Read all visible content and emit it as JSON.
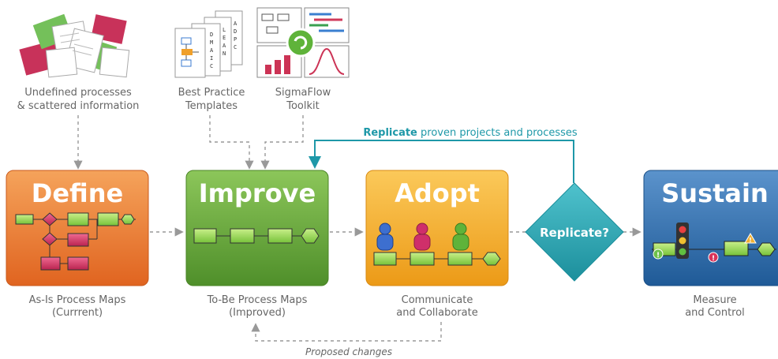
{
  "inputs": {
    "undefined_line1": "Undefined processes",
    "undefined_line2": "& scattered information",
    "templates_line1": "Best Practice",
    "templates_line2": "Templates",
    "toolkit_line1": "SigmaFlow",
    "toolkit_line2": "Toolkit"
  },
  "replicate_loop": {
    "bold": "Replicate",
    "rest": " proven projects and processes"
  },
  "template_doc_letters": {
    "dmaic": [
      "D",
      "M",
      "A",
      "I",
      "C"
    ],
    "lean": [
      "L",
      "E",
      "A",
      "N"
    ],
    "adpc": [
      "A",
      "D",
      "P",
      "C"
    ]
  },
  "stages": {
    "define": {
      "title": "Define",
      "caption_line1": "As-Is Process Maps",
      "caption_line2": "(Currrent)"
    },
    "improve": {
      "title": "Improve",
      "caption_line1": "To-Be Process Maps",
      "caption_line2": "(Improved)"
    },
    "adopt": {
      "title": "Adopt",
      "caption_line1": "Communicate",
      "caption_line2": "and Collaborate"
    },
    "sustain": {
      "title": "Sustain",
      "caption_line1": "Measure",
      "caption_line2": "and Control"
    }
  },
  "decision": {
    "label": "Replicate?"
  },
  "feedback": {
    "label": "Proposed changes"
  },
  "colors": {
    "define": "#e8732c",
    "improve": "#6aa73a",
    "adopt": "#f0a722",
    "sustain": "#2f6ea8",
    "decision": "#2aa3b0",
    "replicate_arrow": "#1e98a8",
    "dashed": "#999999"
  }
}
